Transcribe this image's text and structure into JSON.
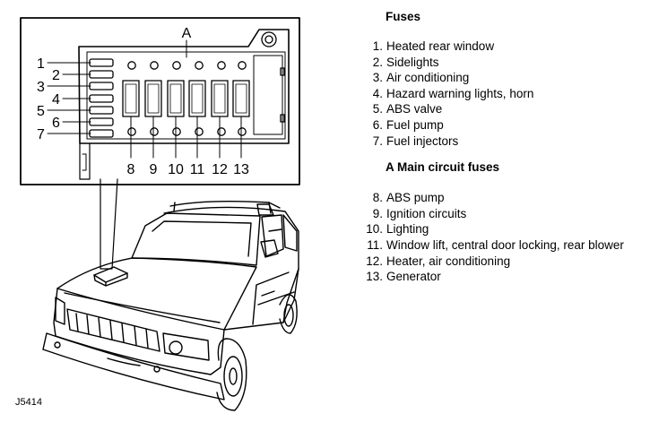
{
  "diagram": {
    "fusebox_label": "A",
    "small_fuse_callouts": [
      "1",
      "2",
      "3",
      "4",
      "5",
      "6",
      "7"
    ],
    "main_fuse_callouts": [
      "8",
      "9",
      "10",
      "11",
      "12",
      "13"
    ],
    "figure_code": "J5414"
  },
  "legend": {
    "groups": [
      {
        "title": "Fuses",
        "items": [
          {
            "num": "1.",
            "label": "Heated rear window"
          },
          {
            "num": "2.",
            "label": "Sidelights"
          },
          {
            "num": "3.",
            "label": "Air conditioning"
          },
          {
            "num": "4.",
            "label": "Hazard warning lights, horn"
          },
          {
            "num": "5.",
            "label": "ABS valve"
          },
          {
            "num": "6.",
            "label": "Fuel pump"
          },
          {
            "num": "7.",
            "label": "Fuel injectors"
          }
        ]
      },
      {
        "title": "A Main circuit fuses",
        "items": [
          {
            "num": "8.",
            "label": "ABS pump"
          },
          {
            "num": "9.",
            "label": "Ignition circuits"
          },
          {
            "num": "10.",
            "label": "Lighting"
          },
          {
            "num": "11.",
            "label": "Window lift, central door locking, rear blower"
          },
          {
            "num": "12.",
            "label": "Heater, air conditioning"
          },
          {
            "num": "13.",
            "label": "Generator"
          }
        ]
      }
    ]
  }
}
